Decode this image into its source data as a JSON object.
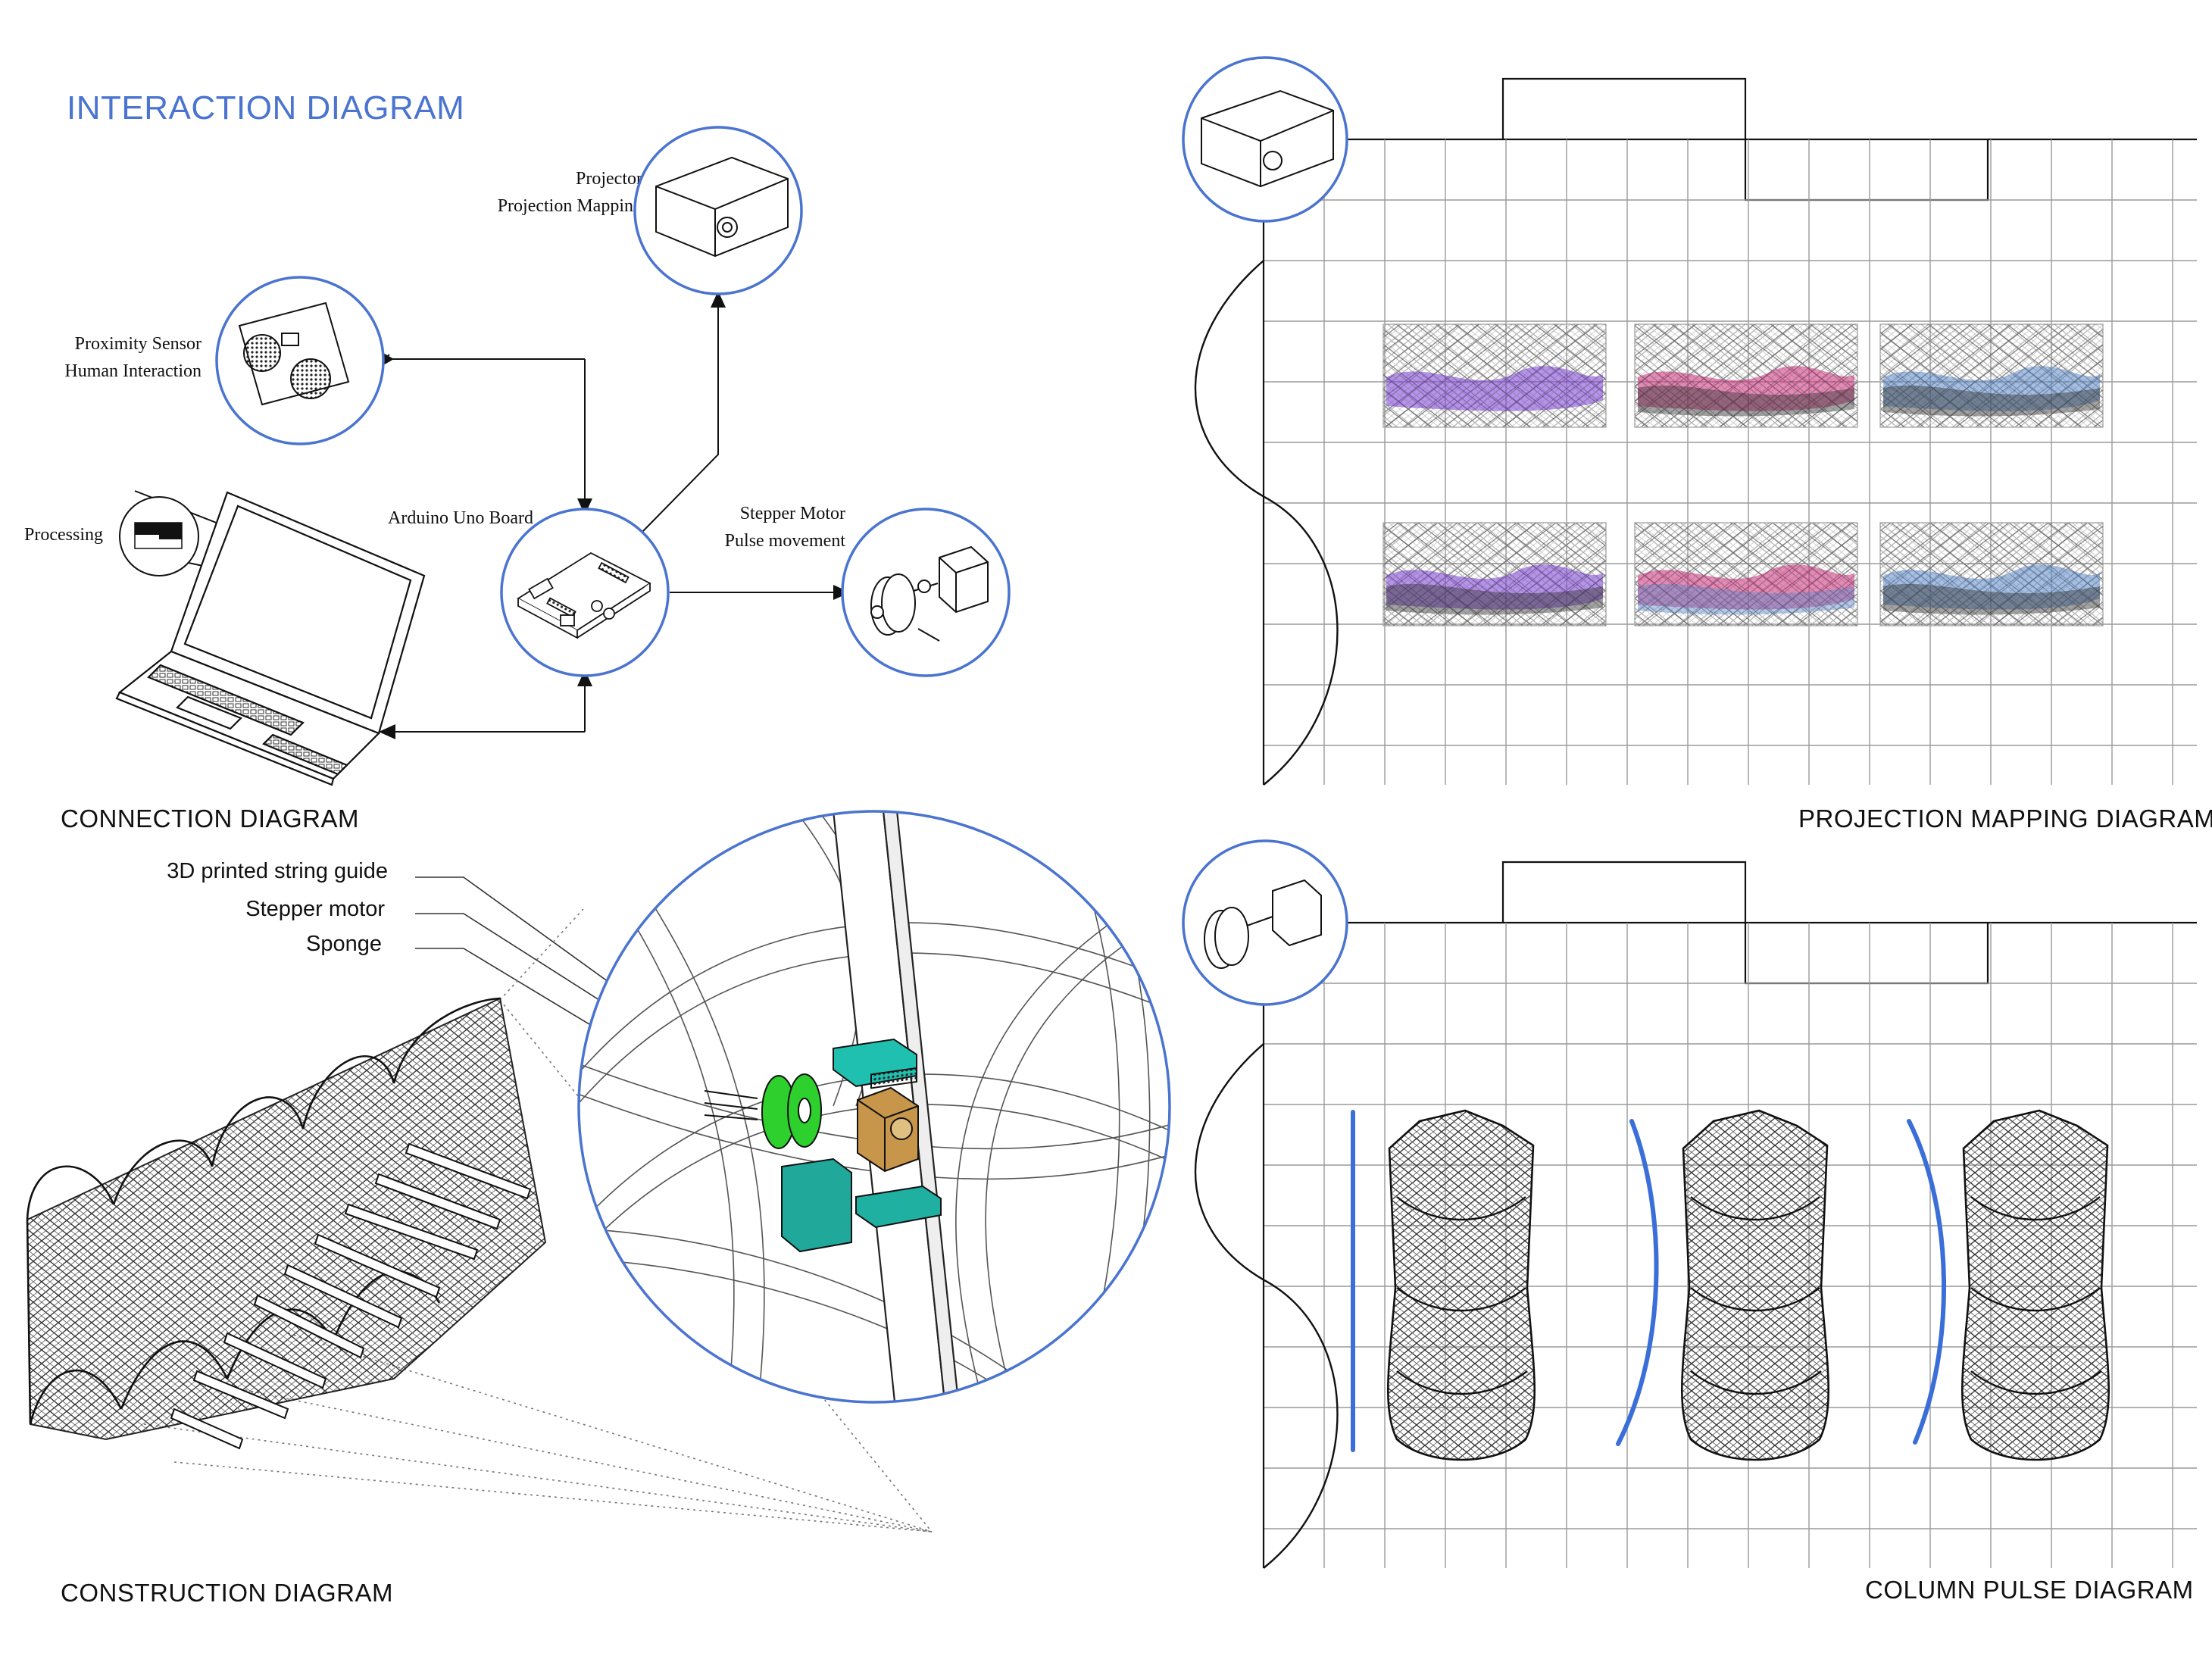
{
  "title": "INTERACTION DIAGRAM",
  "sections": {
    "connection": "CONNECTION DIAGRAM",
    "construction": "CONSTRUCTION DIAGRAM",
    "projection": "PROJECTION MAPPING DIAGRAM",
    "pulse": "COLUMN PULSE DIAGRAM"
  },
  "nodes": {
    "projector": {
      "line1": "Projector",
      "line2": "Projection Mapping"
    },
    "sensor": {
      "line1": "Proximity Sensor",
      "line2": "Human Interaction"
    },
    "processing": {
      "line1": "Processing"
    },
    "arduino": {
      "line1": "Arduino Uno Board"
    },
    "stepper": {
      "line1": "Stepper Motor",
      "line2": "Pulse movement"
    }
  },
  "callouts": [
    "3D printed string guide",
    "Stepper motor",
    "Sponge"
  ],
  "colors": {
    "accent_blue": "#4a74d0",
    "circle_stroke": "#4a74d0",
    "line": "#111111",
    "grid": "#888888",
    "spool_green": "#2dd02d",
    "block_teal": "#20a89a",
    "motor_brown": "#a87a3a",
    "pulse_blue": "#3a6ed8",
    "projection_purple": "#7a3ad8",
    "projection_magenta": "#d02a7a",
    "projection_blue": "#5a8ad0"
  },
  "icons": [
    "projector-icon",
    "proximity-sensor-icon",
    "laptop-icon",
    "arduino-board-icon",
    "stepper-motor-icon",
    "column-lattice-icon"
  ]
}
